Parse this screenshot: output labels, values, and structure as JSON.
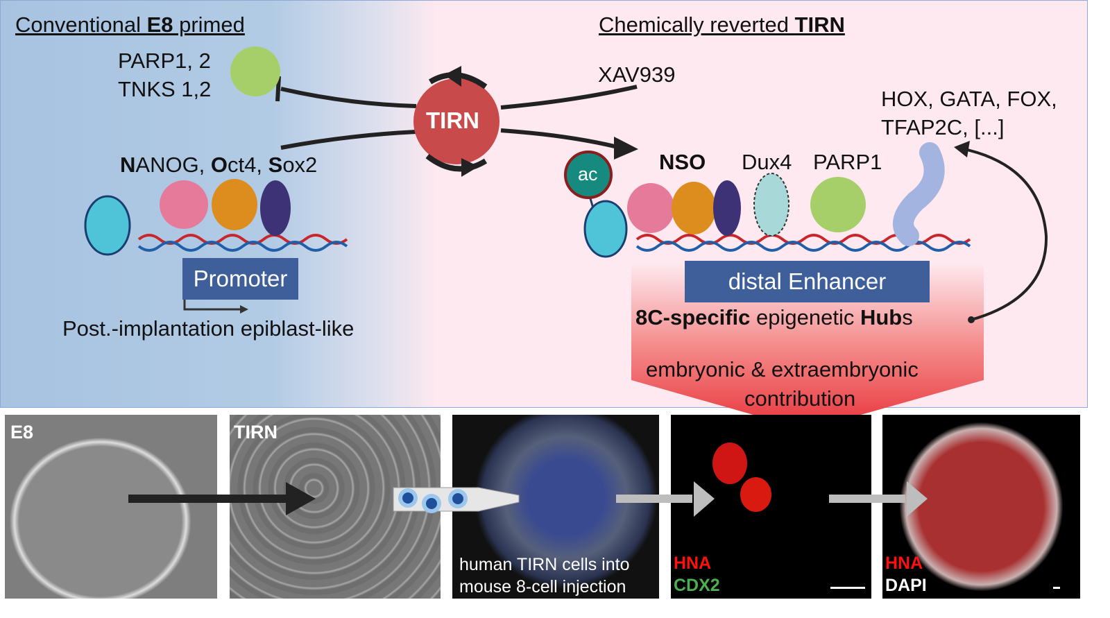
{
  "left_header": {
    "pre": "Conventional ",
    "bold": "E8",
    "post": " primed"
  },
  "right_header": {
    "pre": "Chemically reverted ",
    "bold": "TIRN"
  },
  "parp_label": [
    "PARP1, 2",
    "TNKS 1,2"
  ],
  "xav_label": "XAV939",
  "center_badge": "TIRN",
  "nos_label": {
    "n": "N",
    "anog": "ANOG, ",
    "o": "O",
    "ct4": "ct4, ",
    "s": "S",
    "ox2": "ox2"
  },
  "promoter": "Promoter",
  "promoter_caption": "Post.-implantation epiblast-like",
  "ac_badge": "ac",
  "right_factors": {
    "nso": "NSO",
    "dux4": "Dux4",
    "parp1": "PARP1"
  },
  "target_genes": [
    "HOX, GATA, FOX,",
    "TFAP2C, [...]"
  ],
  "enhancer": "distal Enhancer",
  "hubs": {
    "bold1": "8C-specific",
    "mid": " epigenetic ",
    "bold2": "Hub",
    "end": "s"
  },
  "contribution": [
    "embryonic & extraembryonic",
    "contribution"
  ],
  "panels": {
    "e8": "E8",
    "tirn": "TIRN",
    "injection": [
      "human TIRN cells into",
      "mouse 8-cell injection"
    ],
    "stain1": {
      "red": "HNA",
      "green": "CDX2"
    },
    "stain2": {
      "red": "HNA",
      "white": "DAPI"
    }
  },
  "colors": {
    "tirn_red": "#c94a4a",
    "box_blue": "#3f5f9a",
    "ac_teal": "#1a8a80",
    "hna_red": "#ff1010",
    "cdx2_green": "#4caf50"
  }
}
